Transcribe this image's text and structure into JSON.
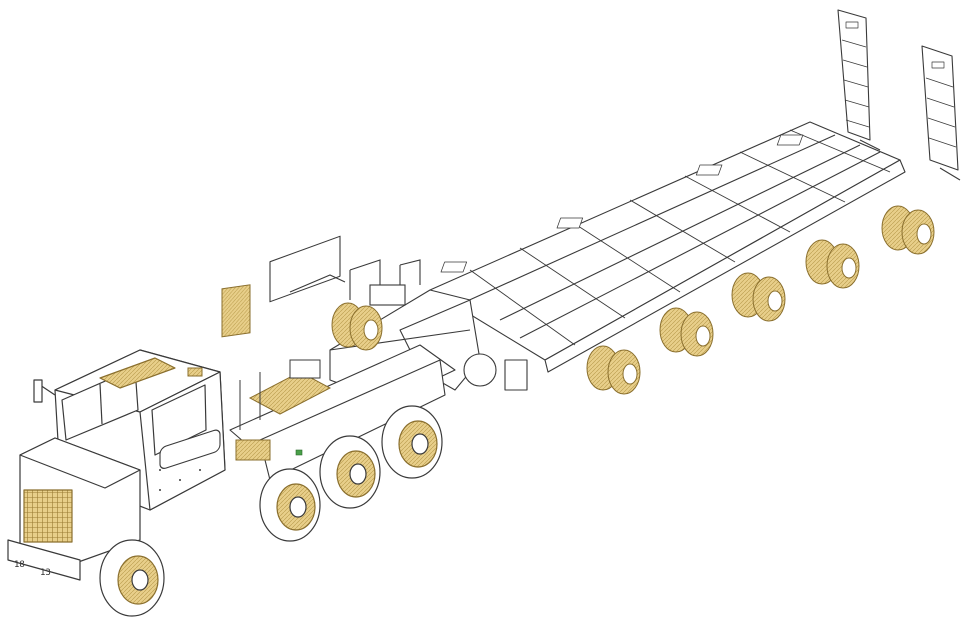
{
  "illustration": {
    "kind": "line-drawing",
    "colors": {
      "background": "#ffffff",
      "line": "#3a3a3a",
      "photo_etch_highlight": "#e8cf8a",
      "highlight_line": "#8a6f2e"
    },
    "plates": {
      "front_left": "18",
      "front_right": "13"
    }
  }
}
